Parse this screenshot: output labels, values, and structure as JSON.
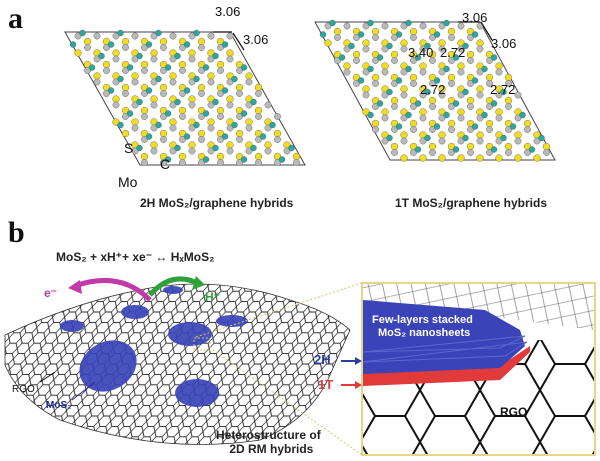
{
  "panel_a": {
    "letter": "a",
    "left_caption": "2H MoS₂/graphene hybrids",
    "right_caption": "1T MoS₂/graphene hybrids",
    "left_dims": [
      "3.06",
      "3.06"
    ],
    "right_dims": [
      "3.06",
      "3.06",
      "3.40",
      "2.72",
      "2.72",
      "2.72"
    ],
    "atom_labels": [
      "S",
      "C",
      "Mo"
    ]
  },
  "panel_b": {
    "letter": "b",
    "equation": "MoS₂ + xH⁺+ xe⁻ ↔ HₓMoS₂",
    "electron_label": "e⁻",
    "proton_label": "H⁺",
    "rgo_label": "RGO",
    "mos2_label": "MoS₂",
    "hetero_caption_line1": "Heterostructure of",
    "hetero_caption_line2": "2D RM hybrids",
    "inset_stack_line1": "Few-layers stacked",
    "inset_stack_line2": "MoS₂ nanosheets",
    "inset_2h": "2H",
    "inset_1t": "1T",
    "inset_rgo": "RGO"
  },
  "colors": {
    "mo_atom": "#2aa7a0",
    "s_atom": "#f2dc1e",
    "c_atom": "#b9b9b9",
    "mos2_blue": "#3a44b8",
    "phase_2h": "#2b3ea0",
    "phase_1t": "#e03a3a",
    "h_plus": "#2fa13a",
    "electron": "#c03aa8",
    "inset_border": "#e0c860"
  }
}
